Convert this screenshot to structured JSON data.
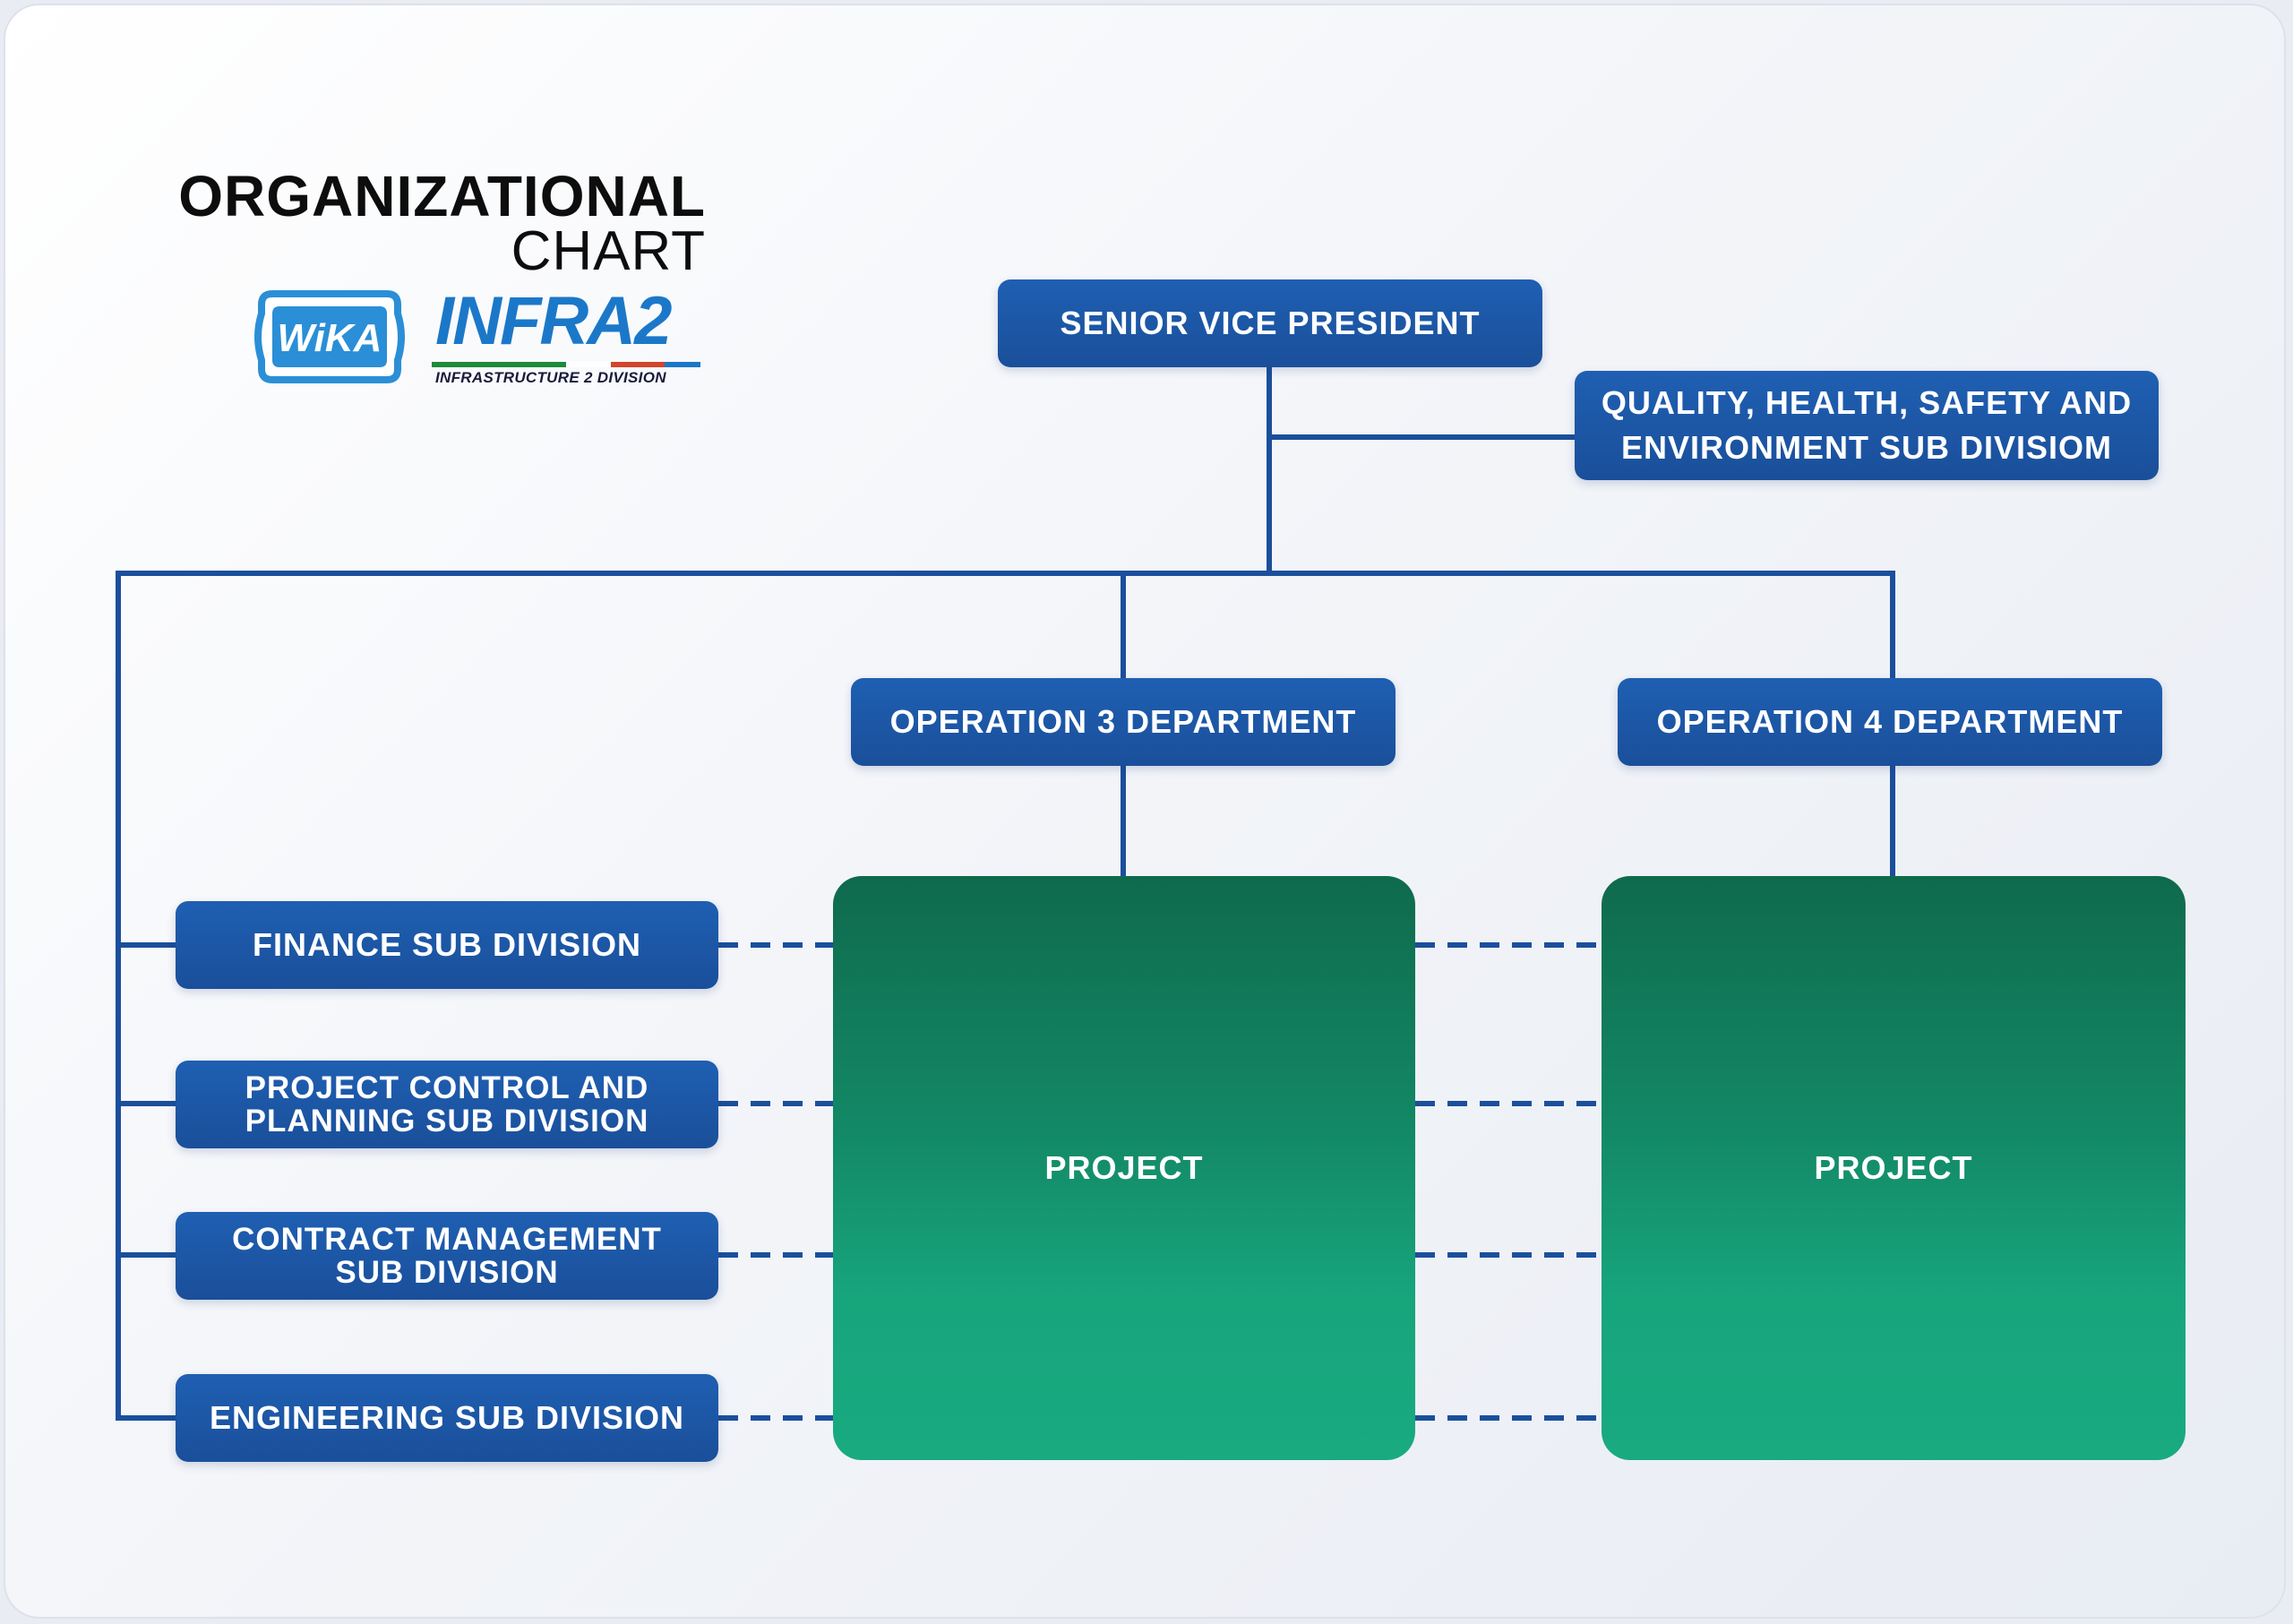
{
  "title": {
    "line1": "ORGANIZATIONAL",
    "line2": "CHART"
  },
  "logos": {
    "wika": "WiKA",
    "infra": "INFRA2",
    "infra_sub": "INFRASTRUCTURE 2 DIVISION"
  },
  "colors": {
    "node_blue": "#1f5fb2",
    "line_blue": "#1b4f9c",
    "project_green_top": "#0f6a4c",
    "project_green_bottom": "#19aa80"
  },
  "nodes": {
    "svp": "SENIOR VICE PRESIDENT",
    "qhse": "QUALITY, HEALTH, SAFETY AND\nENVIRONMENT SUB DIVISIOM",
    "op3": "OPERATION 3 DEPARTMENT",
    "op4": "OPERATION 4 DEPARTMENT",
    "finance": "FINANCE SUB DIVISION",
    "pcp": "PROJECT CONTROL AND\nPLANNING SUB DIVISION",
    "contract": "CONTRACT MANAGEMENT\nSUB DIVISION",
    "engineering": "ENGINEERING SUB DIVISION",
    "project1": "PROJECT",
    "project2": "PROJECT"
  }
}
